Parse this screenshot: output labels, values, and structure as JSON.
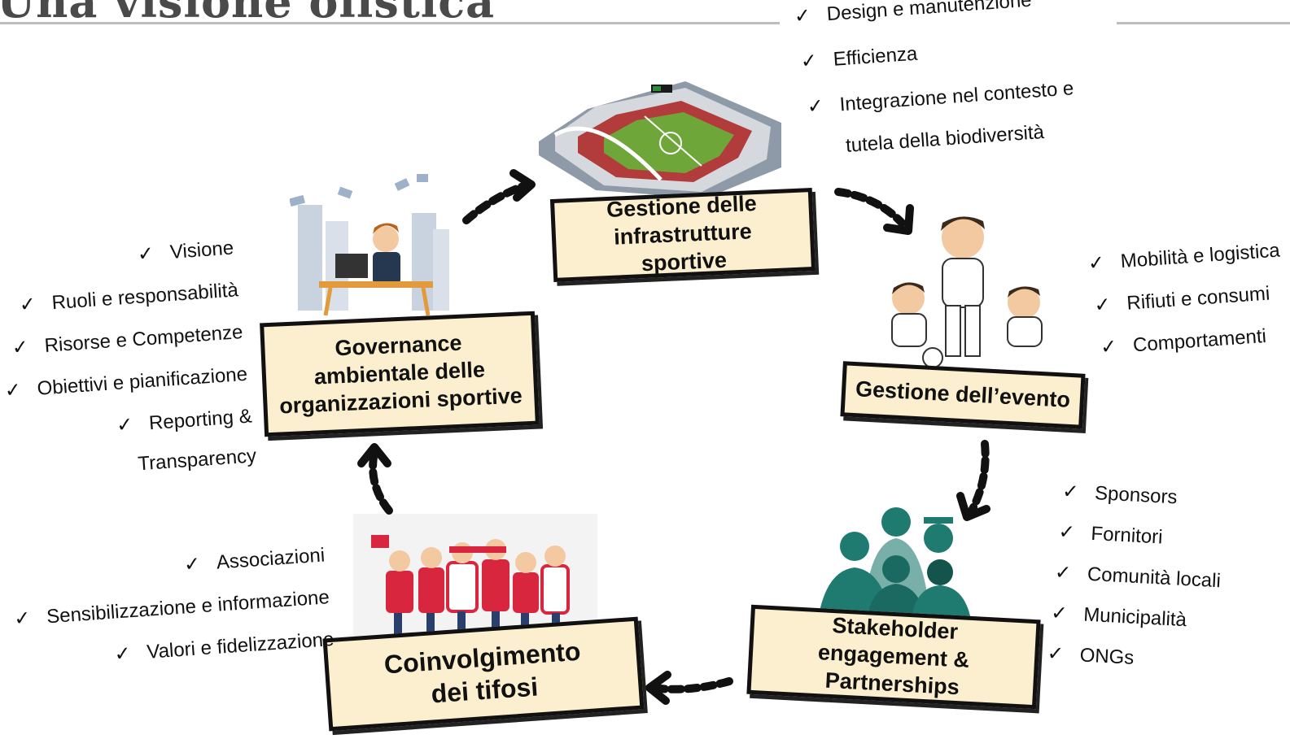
{
  "title": "Una visione olistica",
  "nodes": {
    "infrastrutture": "Gestione delle infrastrutture sportive",
    "evento": "Gestione dell’evento",
    "stakeholder": "Stakeholder engagement & Partnerships",
    "tifosi": "Coinvolgimento dei tifosi",
    "governance": "Governance ambientale delle organizzazioni sportive"
  },
  "lists": {
    "infrastrutture": [
      "Design e manutenzione",
      "Efficienza",
      "Integrazione nel contesto e",
      "tutela della biodiversità"
    ],
    "evento": [
      "Mobilità e logistica",
      "Rifiuti e consumi",
      "Comportamenti"
    ],
    "stakeholder": [
      "Sponsors",
      "Fornitori",
      "Comunità locali",
      "Municipalità",
      "ONGs"
    ],
    "tifosi": [
      "Associazioni",
      "Sensibilizzazione e informazione",
      "Valori e fidelizzazione"
    ],
    "governance": [
      "Visione",
      "Ruoli e responsabilità",
      "Risorse e Competenze",
      "Obiettivi e pianificazione",
      "Reporting &",
      "Transparency"
    ]
  },
  "check_symbol": "✓",
  "colors": {
    "box_fill": "#fcefcf",
    "box_border": "#111111",
    "arrow": "#111111",
    "rule": "#bdbdbd",
    "crowd": "#1f7a70"
  },
  "illustrations": {
    "stadium": "stadium-illustration",
    "players": "soccer-players-illustration",
    "crowd": "stakeholder-silhouettes-illustration",
    "fans": "fans-illustration",
    "office": "office-worker-illustration"
  }
}
